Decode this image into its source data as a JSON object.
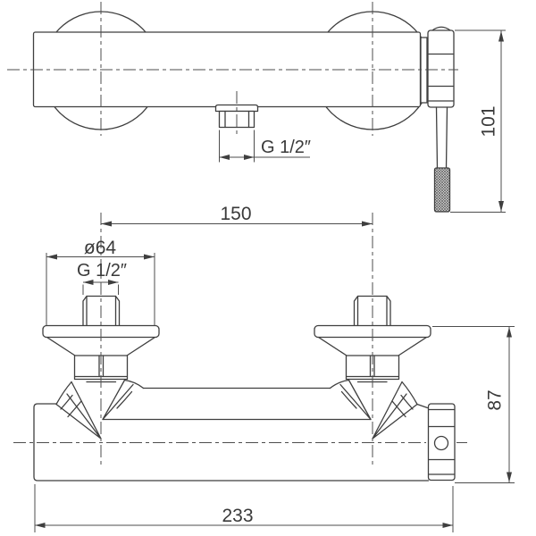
{
  "canvas": {
    "background": "#ffffff",
    "object_line_color": "#3f3f3f",
    "dimension_line_color": "#4d4d4d",
    "text_color": "#3a3a3a"
  },
  "top_view": {
    "labels": {
      "outlet_thread": "G 1/2″",
      "handle_height": "101"
    }
  },
  "front_view": {
    "labels": {
      "inlet_spacing": "150",
      "escutcheon_diameter": "ø64",
      "inlet_thread": "G 1/2″",
      "body_height": "87",
      "overall_width": "233"
    }
  }
}
